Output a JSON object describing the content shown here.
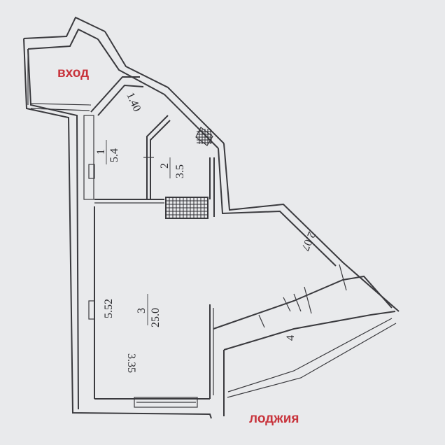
{
  "labels": {
    "entrance": "вход",
    "loggia": "лоджия"
  },
  "rooms": [
    {
      "number": "1",
      "area": "5.4"
    },
    {
      "number": "2",
      "area": "3.5"
    },
    {
      "number": "3",
      "area": "25.0"
    },
    {
      "number": "4",
      "area": ""
    }
  ],
  "dimensions": {
    "entrance_width": "1.40",
    "kitchen_wall": "2.07",
    "room_length": "5.52",
    "room_width": "3.35"
  },
  "colors": {
    "paper": "#e9eaec",
    "line": "#3a3a3e",
    "label": "#c8343c"
  }
}
